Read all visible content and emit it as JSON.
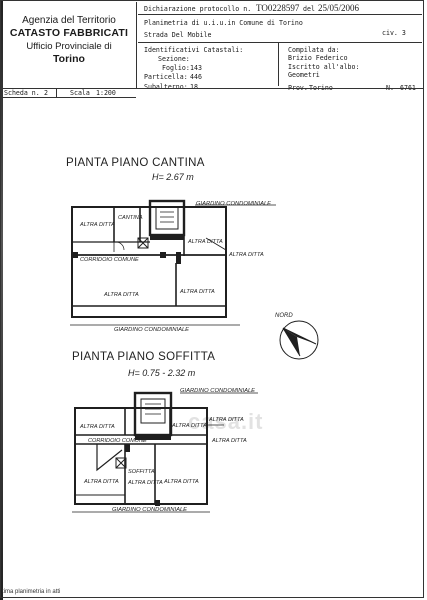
{
  "header": {
    "agency": "Agenzia del Territorio",
    "catasto": "CATASTO FABBRICATI",
    "office": "Ufficio Provinciale di",
    "city": "Torino"
  },
  "protocol": {
    "label": "Dichiarazione protocollo n.",
    "number": "TO0228597",
    "date_label": "del",
    "date": "25/05/2006"
  },
  "planimetria": {
    "text": "Planimetria di u.i.u.in Comune di Torino",
    "civ": "civ. 3"
  },
  "address": "Strada Del Mobile",
  "ident": {
    "title": "Identificativi Catastali:",
    "sezione_label": "Sezione:",
    "sezione": "",
    "foglio_label": "Foglio:",
    "foglio": "143",
    "particella_label": "Particella:",
    "particella": "446",
    "subalterno_label": "Subalterno:",
    "subalterno": "18"
  },
  "compiled": {
    "title": "Compilata da:",
    "name": "Brizio Federico",
    "albo_label": "Iscritto all'albo:",
    "albo": "Geometri",
    "prov_label": "Prov.",
    "prov": "Torino",
    "num_label": "N.",
    "num": "6761"
  },
  "scheda": {
    "label": "Scheda n.",
    "value": "2",
    "scale_label": "Scala",
    "scale": "1:200"
  },
  "cantina": {
    "title": "PIANTA PIANO CANTINA",
    "height": "H= 2.67 m",
    "labels": {
      "giardino_top": "GIARDINO CONDOMINIALE",
      "altra1": "ALTRA DITTA",
      "cantina": "CANTINA",
      "altra2": "ALTRA DITTA",
      "altra3": "ALTRA DITTA",
      "corridoio": "CORRIDOIO COMUNE",
      "altra4": "ALTRA DITTA",
      "altra5": "ALTRA DITTA",
      "giardino_bottom": "GIARDINO CONDOMINIALE"
    }
  },
  "nord": "NORD",
  "soffitta": {
    "title": "PIANTA PIANO SOFFITTA",
    "height": "H= 0.75 - 2.32 m",
    "labels": {
      "giardino_top": "GIARDINO CONDOMINIALE",
      "altra1": "ALTRA DITTA",
      "altra2": "ALTRA DITTA",
      "altra3": "ALTRA DITTA",
      "altra4": "ALTRA DITTA",
      "corridoio": "CORRIDOIO COMUNE",
      "altra5": "ALTRA DITTA",
      "soffitta": "SOFFITTA",
      "altra6": "ALTRA DITTA",
      "altra7": "ALTRA DITTA",
      "giardino_bottom": "GIARDINO CONDOMINIALE"
    }
  },
  "watermark": "casa.it",
  "footnote": "tima planimetria in atti"
}
